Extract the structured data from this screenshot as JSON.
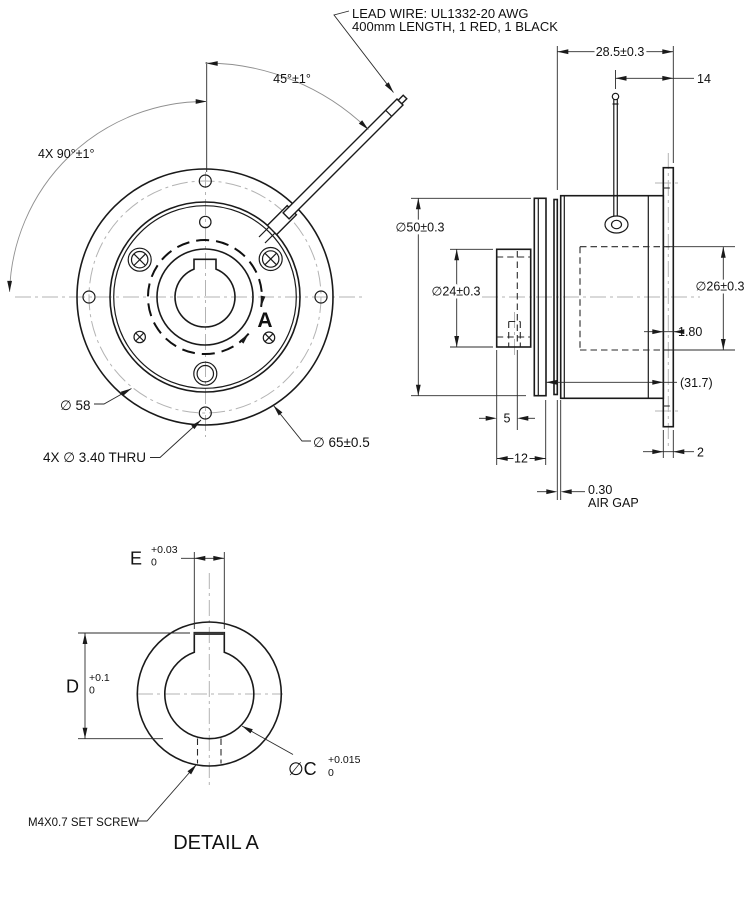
{
  "notes": {
    "lead_wire_line1": "LEAD WIRE: UL1332-20 AWG",
    "lead_wire_line2": "400mm LENGTH, 1 RED, 1 BLACK"
  },
  "front": {
    "angle45": "45°±1°",
    "angle90": "4X 90°±1°",
    "dia58": "∅ 58",
    "holes": "4X ∅ 3.40 THRU",
    "dia65": "∅ 65±0.5",
    "detail_ref": "A"
  },
  "side": {
    "dia50": "∅50±0.3",
    "dia24": "∅24±0.3",
    "dia26": "∅26±0.3",
    "plate_offset": "1.80",
    "overall_ref": "(31.7)",
    "plate_thickness": "2",
    "hub_step": "5",
    "hub_length": "12",
    "air_gap_value": "0.30",
    "air_gap_label": "AIR GAP",
    "length_total": "28.5±0.3",
    "wire_offset": "14"
  },
  "detail": {
    "title": "DETAIL A",
    "e_label": "E",
    "e_tol_up": "+0.03",
    "e_tol_dn": "0",
    "d_label": "D",
    "d_tol_up": "+0.1",
    "d_tol_dn": "0",
    "c_label": "∅C",
    "c_tol_up": "+0.015",
    "c_tol_dn": "0",
    "set_screw": "M4X0.7 SET SCREW"
  }
}
